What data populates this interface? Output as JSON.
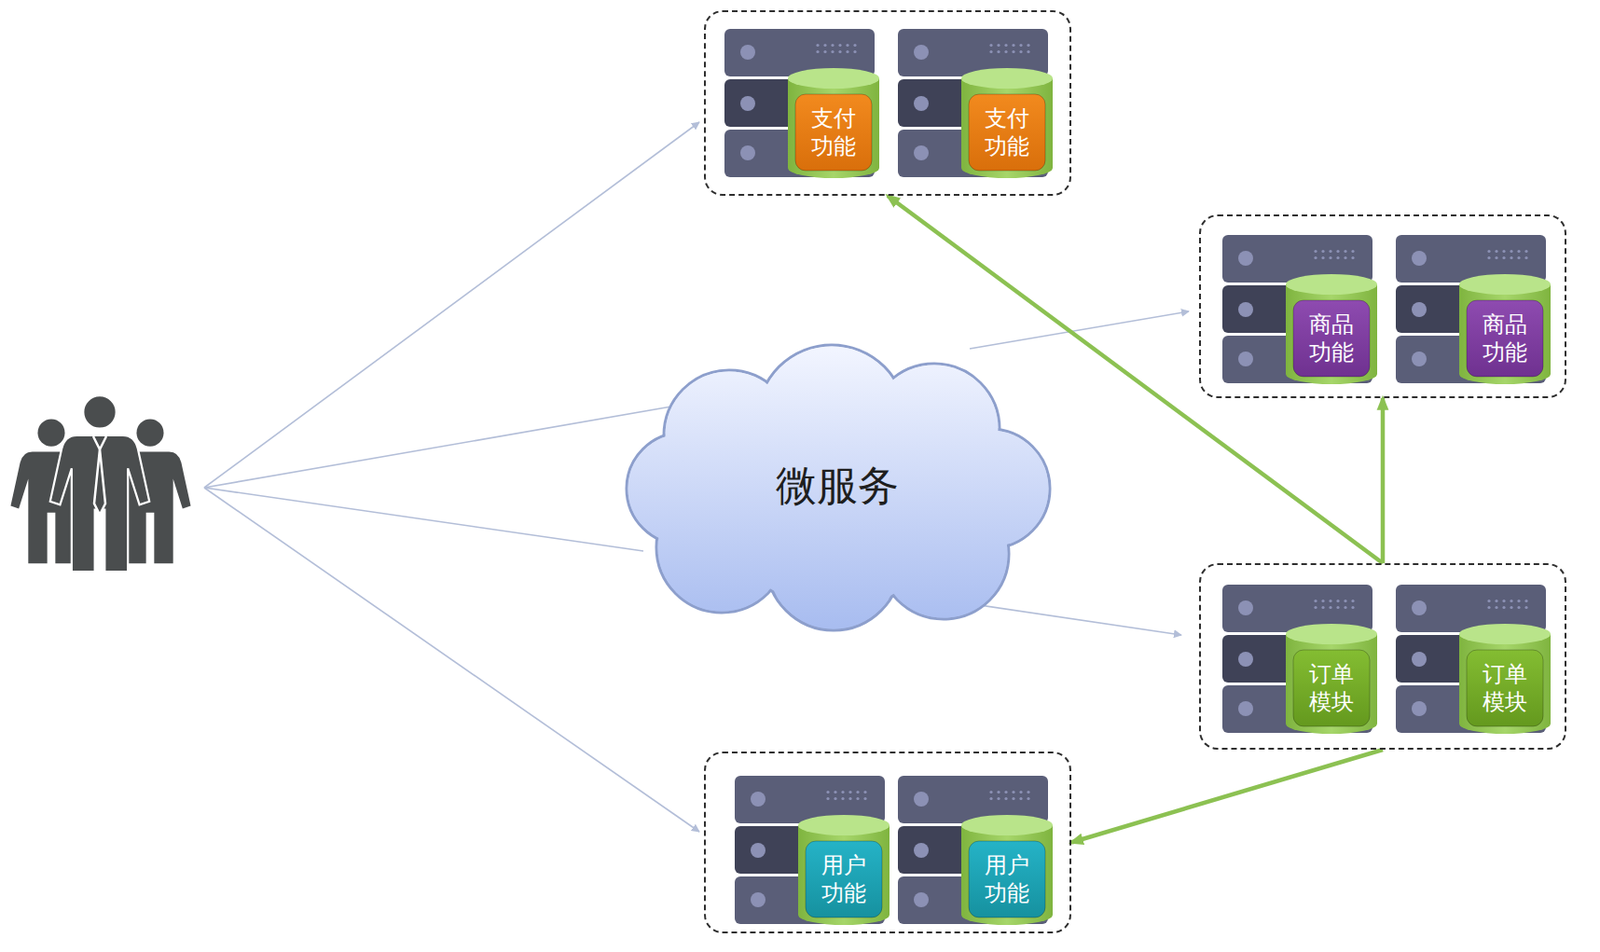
{
  "diagram": {
    "nodes": [
      {
        "text": []
      },
      {
        "text": [
          "支付 功能"
        ],
        "in": 0
      },
      {
        "text": [
          "支付 功能"
        ],
        "in": 0
      },
      {
        "text": []
      },
      {
        "text": [
          "商品 功能"
        ],
        "in": 3
      },
      {
        "text": [
          "商品 功能"
        ],
        "in": 3
      },
      {
        "text": [
          "微服务"
        ]
      },
      {
        "text": []
      },
      {
        "text": [
          "订单 模块"
        ],
        "in": 7
      },
      {
        "text": [
          "订单 模块"
        ],
        "in": 7
      },
      {
        "text": []
      },
      {
        "text": [
          "用户 功能"
        ],
        "in": 10
      },
      {
        "text": [
          "用户 功能"
        ],
        "in": 10
      }
    ],
    "edges": [
      {
        "from": 7,
        "to": 0,
        "arrow": "to"
      },
      {
        "from": 7,
        "to": 3,
        "arrow": "to"
      },
      {
        "from": 7,
        "to": 10,
        "arrow": "to"
      }
    ]
  }
}
